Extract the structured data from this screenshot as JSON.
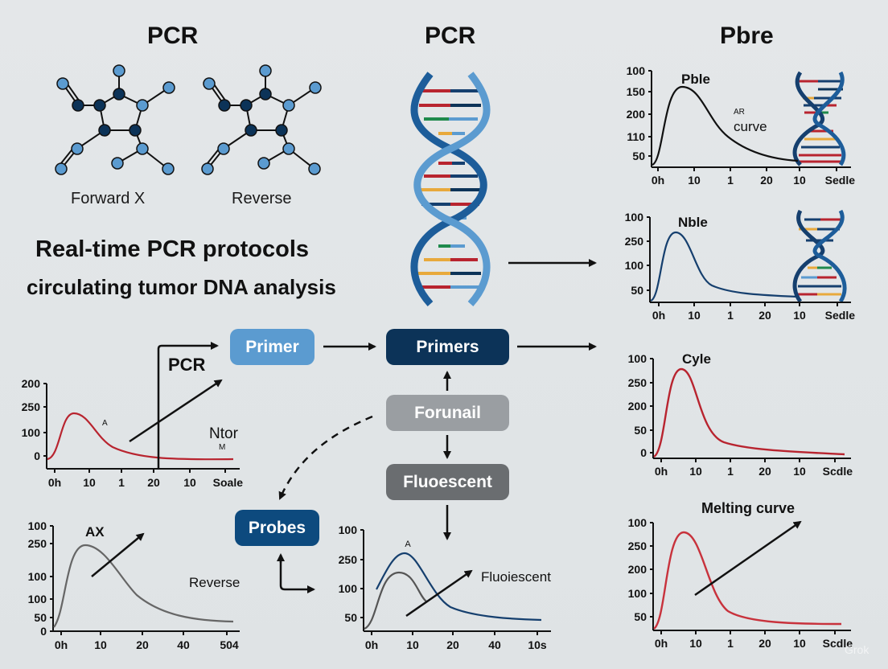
{
  "titles": {
    "left": "PCR",
    "center": "PCR",
    "right": "Pbre"
  },
  "molecules": {
    "left_label": "Forward X",
    "right_label": "Reverse"
  },
  "headline": {
    "line1": "Real-time PCR protocols",
    "line2": "circulating tumor DNA analysis"
  },
  "flow": {
    "primer": "Primer",
    "primers": "Primers",
    "forunail": "Forunail",
    "fluoescent": "Fluoescent",
    "probes": "Probes",
    "pcr_label": "PCR"
  },
  "colors": {
    "light_blue": "#5b9bd0",
    "dark_navy": "#0c3358",
    "mid_blue": "#0d4a7e",
    "gray_light": "#9a9ea2",
    "gray_dark": "#6a6d70",
    "red_curve": "#b8242f",
    "navy_curve": "#153f6e",
    "gray_curve": "#666666"
  },
  "watermark": "Grok",
  "chart_data": [
    {
      "id": "right-top",
      "type": "line",
      "title": "Pble",
      "annotations": [
        "AR",
        "curve"
      ],
      "y_ticks": [
        "100",
        "150",
        "200",
        "110",
        "50"
      ],
      "x_ticks": [
        "0h",
        "10",
        "1",
        "20",
        "10",
        "Sedle"
      ],
      "series": [
        {
          "name": "curve",
          "color": "#111111",
          "shape": "peak-decay",
          "peak_x_index": 0.6
        }
      ]
    },
    {
      "id": "right-second",
      "type": "line",
      "title": "Nble",
      "y_ticks": [
        "100",
        "250",
        "100",
        "50"
      ],
      "x_ticks": [
        "0h",
        "10",
        "1",
        "20",
        "10",
        "Sedle"
      ],
      "series": [
        {
          "name": "curve",
          "color": "#153f6e",
          "shape": "peak-decay"
        }
      ]
    },
    {
      "id": "right-third",
      "type": "line",
      "title": "Cyle",
      "y_ticks": [
        "100",
        "250",
        "200",
        "50",
        "0"
      ],
      "x_ticks": [
        "0h",
        "10",
        "1",
        "20",
        "10",
        "Scdle"
      ],
      "series": [
        {
          "name": "curve",
          "color": "#b8242f",
          "shape": "peak-decay"
        }
      ]
    },
    {
      "id": "right-bottom",
      "type": "line",
      "title": "Melting curve",
      "y_ticks": [
        "100",
        "250",
        "200",
        "100",
        "50"
      ],
      "x_ticks": [
        "0h",
        "10",
        "1",
        "20",
        "10",
        "Scdle"
      ],
      "series": [
        {
          "name": "curve",
          "color": "#c8323c",
          "shape": "peak-decay"
        }
      ]
    },
    {
      "id": "left-middle",
      "type": "line",
      "title": "",
      "annotations": [
        "A",
        "Ntor",
        "M"
      ],
      "y_ticks": [
        "200",
        "250",
        "100",
        "0"
      ],
      "x_ticks": [
        "0h",
        "10",
        "1",
        "20",
        "10",
        "Soale"
      ],
      "series": [
        {
          "name": "curve",
          "color": "#b8242f",
          "shape": "peak-decay"
        }
      ]
    },
    {
      "id": "left-bottom",
      "type": "line",
      "title": "AX",
      "annotations": [
        "Reverse"
      ],
      "y_ticks": [
        "100",
        "250",
        "100",
        "100",
        "50",
        "0"
      ],
      "x_ticks": [
        "0h",
        "10",
        "20",
        "40",
        "504"
      ],
      "series": [
        {
          "name": "curve",
          "color": "#666666",
          "shape": "peak-decay"
        }
      ]
    },
    {
      "id": "center-bottom",
      "type": "line",
      "title": "A",
      "annotations": [
        "Fluoiescent"
      ],
      "y_ticks": [
        "100",
        "250",
        "100",
        "50"
      ],
      "x_ticks": [
        "0h",
        "10",
        "20",
        "40",
        "10s"
      ],
      "series": [
        {
          "name": "navy",
          "color": "#153f6e",
          "shape": "peak-decay"
        },
        {
          "name": "gray",
          "color": "#555555",
          "shape": "peak"
        }
      ]
    }
  ]
}
